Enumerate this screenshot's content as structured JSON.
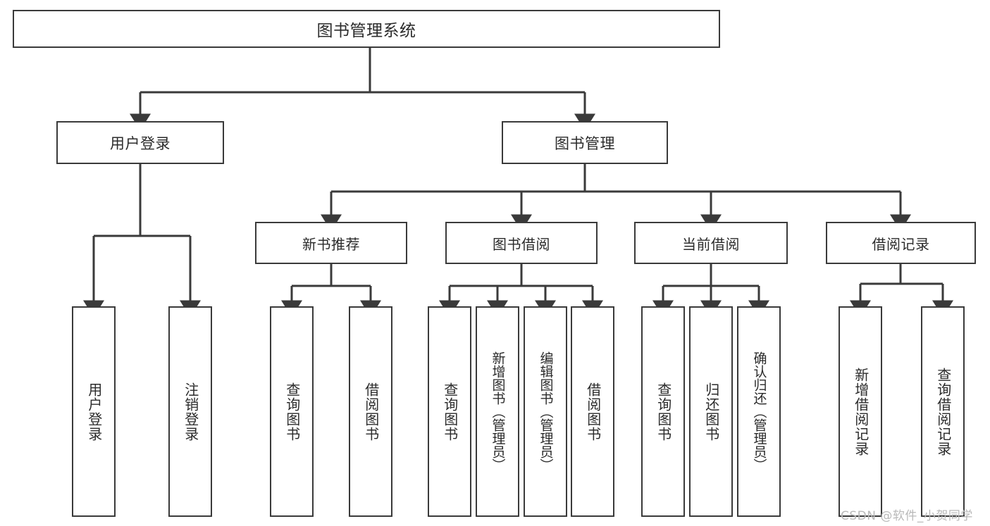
{
  "diagram": {
    "title": "图书管理系统",
    "type": "functional-structure-tree",
    "root": {
      "label": "图书管理系统"
    },
    "level2": [
      {
        "id": "user-login",
        "label": "用户登录"
      },
      {
        "id": "book-manage",
        "label": "图书管理"
      }
    ],
    "level3": [
      {
        "id": "new-book-rec",
        "label": "新书推荐"
      },
      {
        "id": "book-borrow",
        "label": "图书借阅"
      },
      {
        "id": "current-borrow",
        "label": "当前借阅"
      },
      {
        "id": "borrow-record",
        "label": "借阅记录"
      }
    ],
    "leaves": {
      "user_login": [
        {
          "id": "leaf-user-login",
          "label": "用户登录"
        },
        {
          "id": "leaf-logout",
          "label": "注销登录"
        }
      ],
      "new_book_rec": [
        {
          "id": "leaf-query-book-1",
          "label": "查询图书"
        },
        {
          "id": "leaf-borrow-book-1",
          "label": "借阅图书"
        }
      ],
      "book_borrow": [
        {
          "id": "leaf-query-book-2",
          "label": "查询图书"
        },
        {
          "id": "leaf-add-book",
          "label": "新增图书（管理员）"
        },
        {
          "id": "leaf-edit-book",
          "label": "编辑图书（管理员）"
        },
        {
          "id": "leaf-borrow-book-2",
          "label": "借阅图书"
        }
      ],
      "current_borrow": [
        {
          "id": "leaf-query-book-3",
          "label": "查询图书"
        },
        {
          "id": "leaf-return-book",
          "label": "归还图书"
        },
        {
          "id": "leaf-confirm-return",
          "label": "确认归还（管理员）"
        }
      ],
      "borrow_record": [
        {
          "id": "leaf-add-record",
          "label": "新增借阅记录"
        },
        {
          "id": "leaf-query-record",
          "label": "查询借阅记录"
        }
      ]
    },
    "watermark": "CSDN @软件_小贺同学",
    "colors": {
      "stroke": "#3a3a3a",
      "text": "#2b2b2b",
      "background": "#ffffff",
      "watermark": "#b9b9b9"
    }
  }
}
